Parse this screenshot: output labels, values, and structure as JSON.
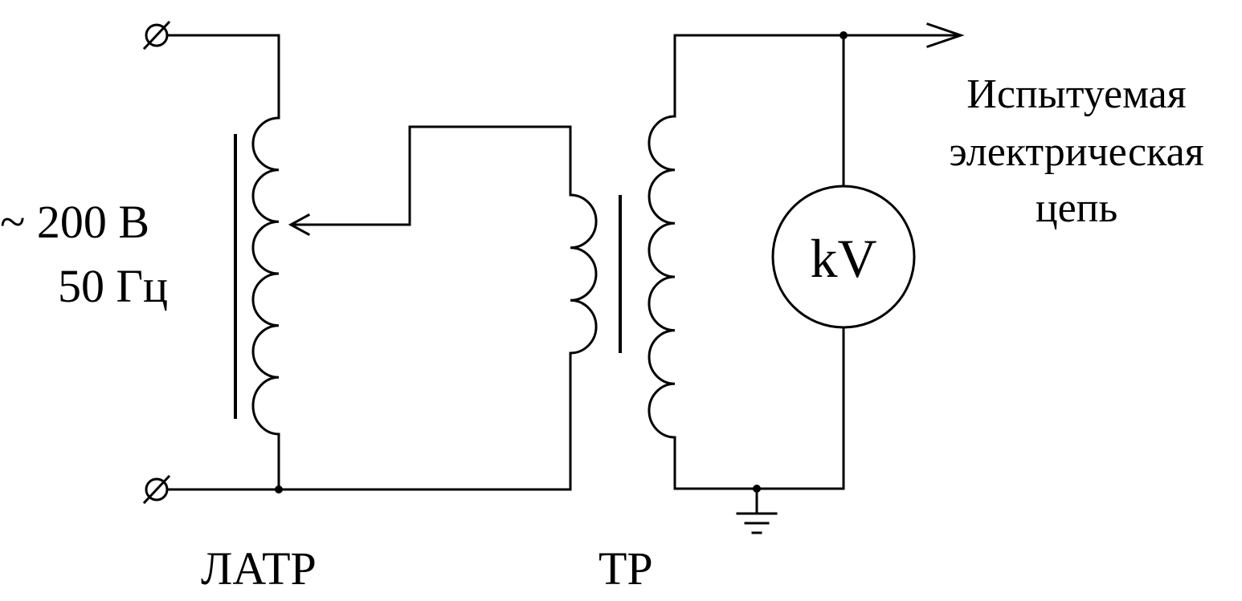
{
  "source": {
    "voltage": "~ 200 В",
    "frequency": "50 Гц"
  },
  "autotransformer": {
    "label": "ЛАТР"
  },
  "transformer": {
    "label": "ТР"
  },
  "voltmeter": {
    "label": "kV"
  },
  "load": {
    "line1": "Испытуемая",
    "line2": "электрическая",
    "line3": "цепь"
  },
  "colors": {
    "stroke": "#000000",
    "background": "#ffffff"
  },
  "icons": {
    "terminal": "terminal-symbol",
    "ground": "ground-icon",
    "arrow": "output-arrow-icon"
  }
}
